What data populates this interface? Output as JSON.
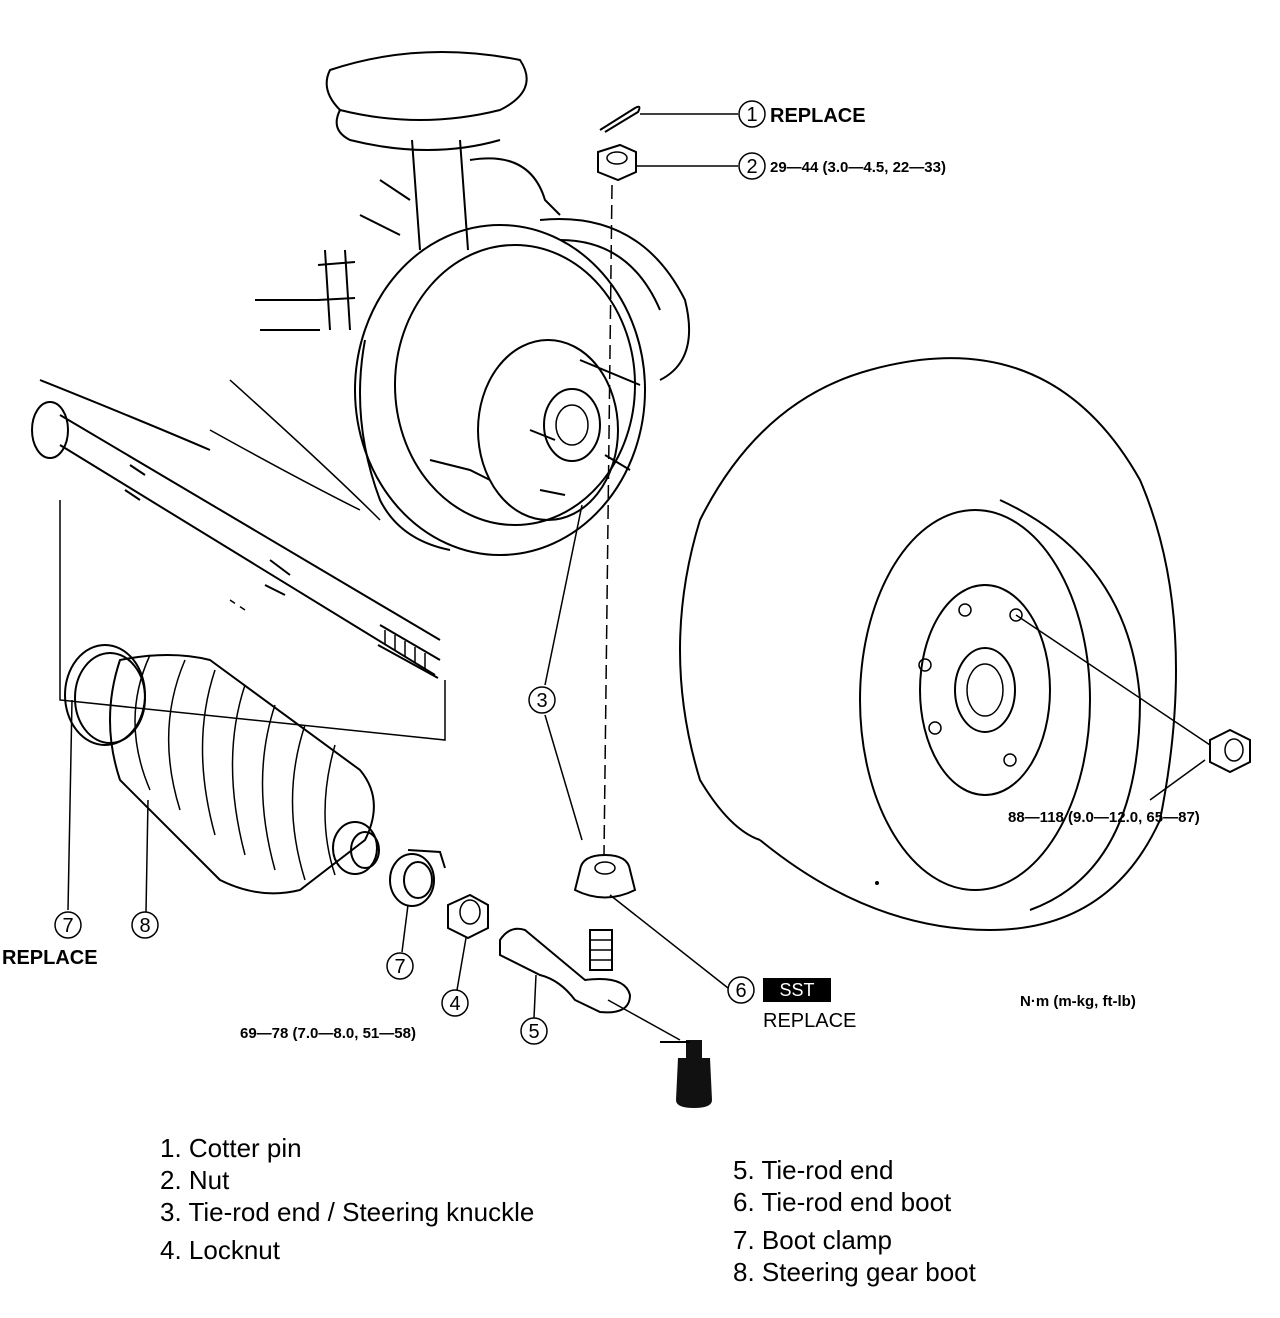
{
  "callouts": {
    "c1": {
      "num": "1",
      "text": "REPLACE"
    },
    "c2": {
      "num": "2",
      "text": "29—44 (3.0—4.5, 22—33)"
    },
    "c3": {
      "num": "3"
    },
    "c4": {
      "num": "4",
      "text": "69—78 (7.0—8.0, 51—58)"
    },
    "c5": {
      "num": "5"
    },
    "c6": {
      "num": "6",
      "badge": "SST",
      "text": "REPLACE"
    },
    "c7a": {
      "num": "7",
      "text": "REPLACE"
    },
    "c7b": {
      "num": "7"
    },
    "c8": {
      "num": "8"
    },
    "wheel_nut": {
      "text": "88—118 (9.0—12.0, 65—87)"
    }
  },
  "units": "N·m (m-kg, ft-lb)",
  "legend_left": [
    "1. Cotter pin",
    "2. Nut",
    "3. Tie-rod end / Steering knuckle",
    "4. Locknut"
  ],
  "legend_right": [
    "5. Tie-rod end",
    "6. Tie-rod end boot",
    "7. Boot clamp",
    "8. Steering gear boot"
  ]
}
